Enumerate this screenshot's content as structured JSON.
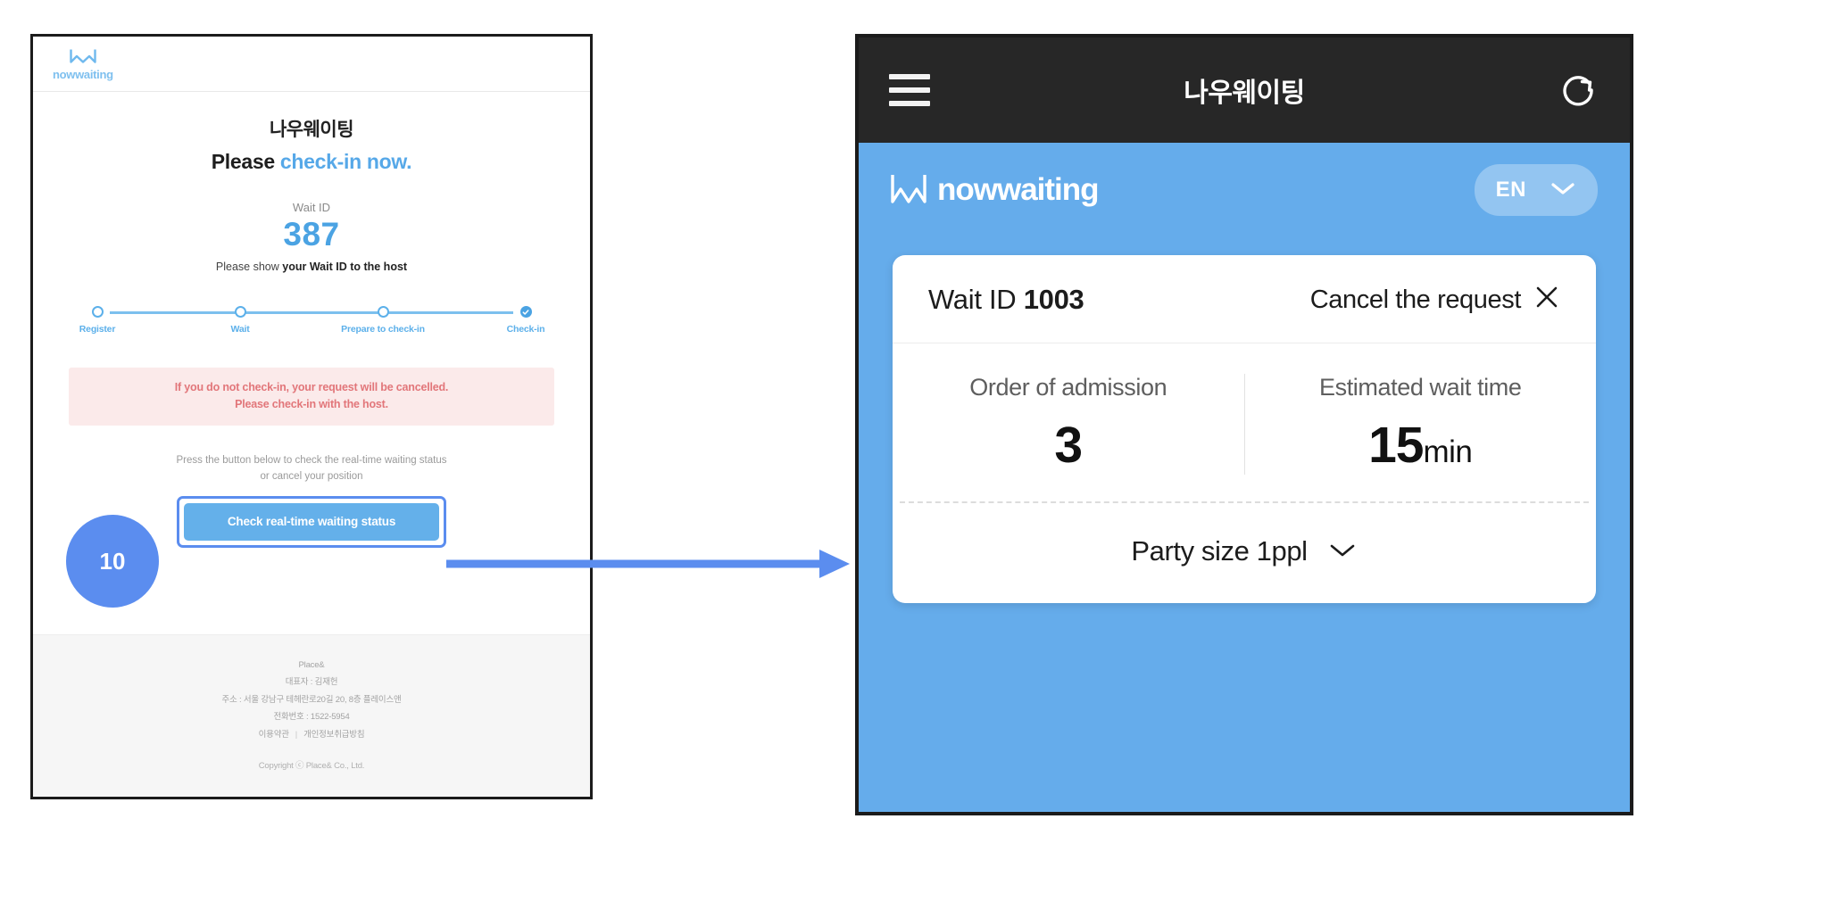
{
  "left_panel": {
    "brand": {
      "wordmark": "nowwaiting",
      "mark_icon": "nowwaiting-logo-icon"
    },
    "korean_title": "나우웨이팅",
    "headline_plain": "Please ",
    "headline_accent": "check-in now.",
    "wait_id_label": "Wait ID",
    "wait_id_value": "387",
    "wait_id_note_plain": "Please show ",
    "wait_id_note_bold": "your Wait ID to the host",
    "stepper": {
      "steps": [
        {
          "label": "Register",
          "state": "pending"
        },
        {
          "label": "Wait",
          "state": "pending"
        },
        {
          "label": "Prepare to check-in",
          "state": "pending"
        },
        {
          "label": "Check-in",
          "state": "done"
        }
      ]
    },
    "alert": {
      "line1": "If you do not check-in, your request will be cancelled.",
      "line2": "Please check-in with the host."
    },
    "press_note_line1": "Press the button below to check the real-time waiting status",
    "press_note_line2": "or cancel your position",
    "cta_label": "Check real-time waiting status",
    "step_badge": "10",
    "footer": {
      "company": "Place&",
      "ceo": "대표자 : 김재헌",
      "address": "주소 : 서울 강남구 테헤란로20길 20, 8층 플레이스앤",
      "phone": "전화번호 : 1522-5954",
      "link_terms": "이용약관",
      "link_separator": "|",
      "link_privacy": "개인정보취급방침",
      "copyright": "Copyright ⓒ Place& Co., Ltd."
    }
  },
  "phone": {
    "appbar": {
      "menu_icon": "hamburger-menu-icon",
      "title": "나우웨이팅",
      "refresh_icon": "refresh-icon"
    },
    "brandbar": {
      "logo_word": "nowwaiting",
      "logo_icon": "nowwaiting-logo-icon",
      "language": "EN",
      "language_chevron": "chevron-down-icon"
    },
    "card": {
      "wait_id_label": "Wait ID ",
      "wait_id_value": "1003",
      "cancel_label": "Cancel the request",
      "cancel_icon": "close-x-icon",
      "stats": [
        {
          "label": "Order of admission",
          "value": "3",
          "unit": ""
        },
        {
          "label": "Estimated wait time",
          "value": "15",
          "unit": "min"
        }
      ],
      "party_size_text": "Party size 1ppl",
      "party_chevron": "chevron-down-icon"
    }
  },
  "annotation": {
    "arrow_icon": "flow-arrow-right-icon"
  },
  "colors": {
    "brand_blue": "#65aceb",
    "accent_blue": "#4ba3e3",
    "highlight_blue": "#5b8def",
    "alert_bg": "#fbeaea",
    "alert_text": "#e2767a",
    "appbar_dark": "#272727"
  }
}
